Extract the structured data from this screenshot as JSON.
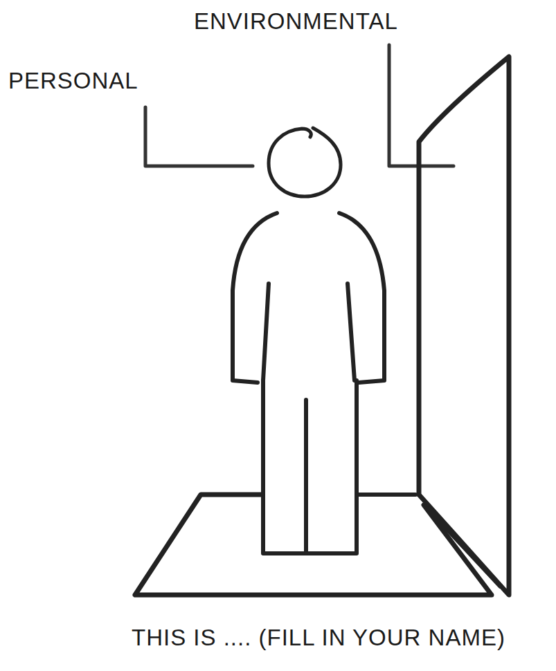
{
  "diagram": {
    "caption": "THIS IS .... (FILL IN YOUR NAME)",
    "labels": [
      "PERSONAL",
      "ENVIRONMENTAL"
    ]
  }
}
